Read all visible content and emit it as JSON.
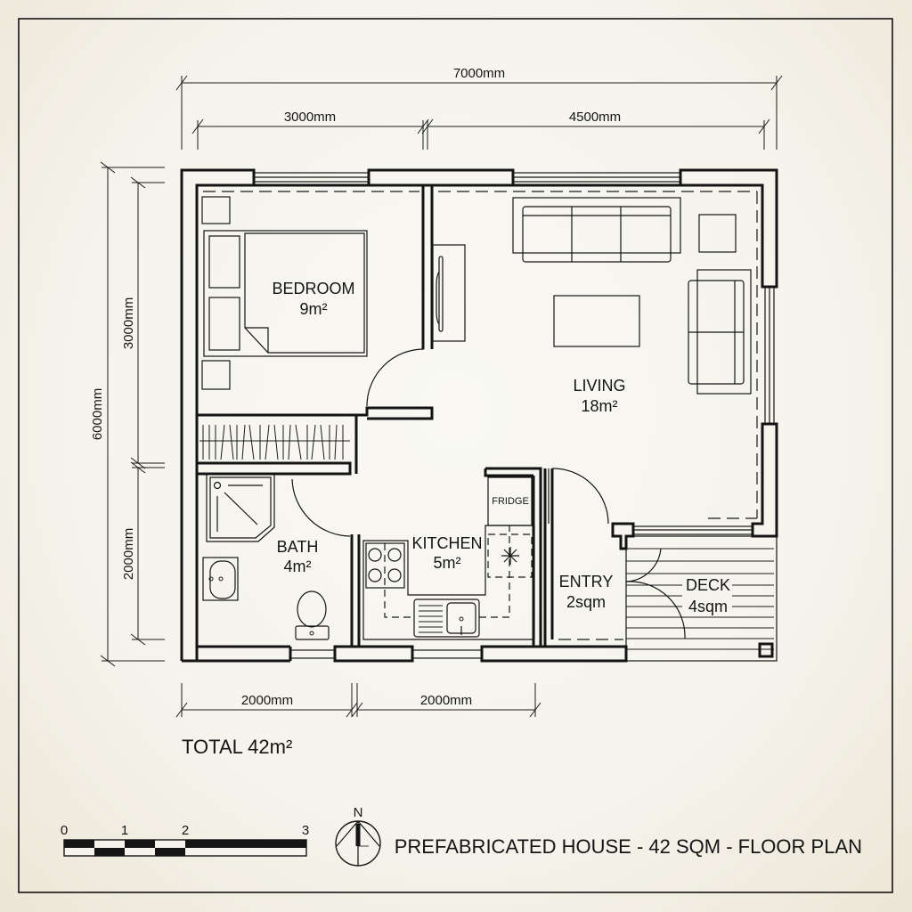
{
  "drawing": {
    "title": "PREFABRICATED HOUSE - 42 SQM - FLOOR PLAN",
    "total_area": "TOTAL 42m²",
    "paper_color": "#f5f3ec",
    "ink_color": "#141414"
  },
  "dimensions": {
    "overall_width": "7000mm",
    "top_left_width": "3000mm",
    "top_right_width": "4500mm",
    "overall_depth": "6000mm",
    "left_upper_depth": "3000mm",
    "left_lower_depth": "2000mm",
    "bottom_left_width": "2000mm",
    "bottom_right_width": "2000mm"
  },
  "rooms": [
    {
      "name": "BEDROOM",
      "area": "9m²"
    },
    {
      "name": "LIVING",
      "area": "18m²"
    },
    {
      "name": "BATH",
      "area": "4m²"
    },
    {
      "name": "KITCHEN",
      "area": "5m²"
    },
    {
      "name": "ENTRY",
      "area": "2sqm"
    },
    {
      "name": "DECK",
      "area": "4sqm"
    }
  ],
  "fixtures": {
    "fridge_label": "FRIDGE"
  },
  "scale_bar": {
    "ticks": [
      "0",
      "1",
      "2",
      "3"
    ]
  },
  "north_arrow": {
    "label": "N"
  }
}
